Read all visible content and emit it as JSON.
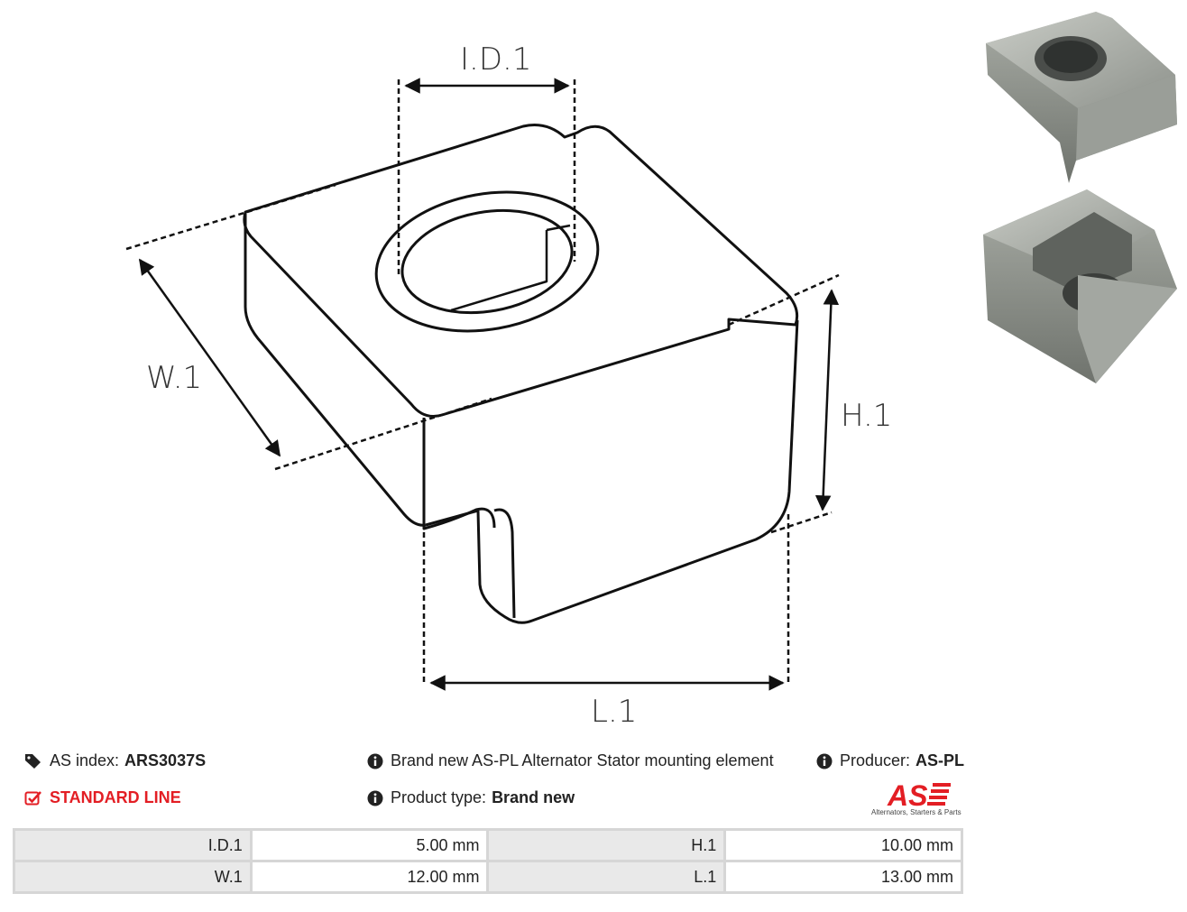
{
  "dimension_labels": {
    "id": "I.D.1",
    "width": "W.1",
    "height": "H.1",
    "length": "L.1"
  },
  "info": {
    "as_index_label": "AS index:",
    "as_index_value": "ARS3037S",
    "standard_line": "STANDARD LINE",
    "description": "Brand new AS-PL Alternator Stator mounting element",
    "product_type_label": "Product type:",
    "product_type_value": "Brand new",
    "producer_label": "Producer:",
    "producer_value": "AS-PL"
  },
  "logo": {
    "text": "AS",
    "tagline": "Alternators, Starters & Parts"
  },
  "specs": [
    [
      {
        "label": "I.D.1",
        "value": "5.00 mm"
      },
      {
        "label": "H.1",
        "value": "10.00 mm"
      }
    ],
    [
      {
        "label": "W.1",
        "value": "12.00 mm"
      },
      {
        "label": "L.1",
        "value": "13.00 mm"
      }
    ]
  ],
  "colors": {
    "accent_red": "#e31e24",
    "table_label_bg": "#e9e9e9",
    "table_border": "#d6d6d6"
  },
  "icons": [
    "tags-icon",
    "check-square-icon",
    "info-circle-icon"
  ]
}
